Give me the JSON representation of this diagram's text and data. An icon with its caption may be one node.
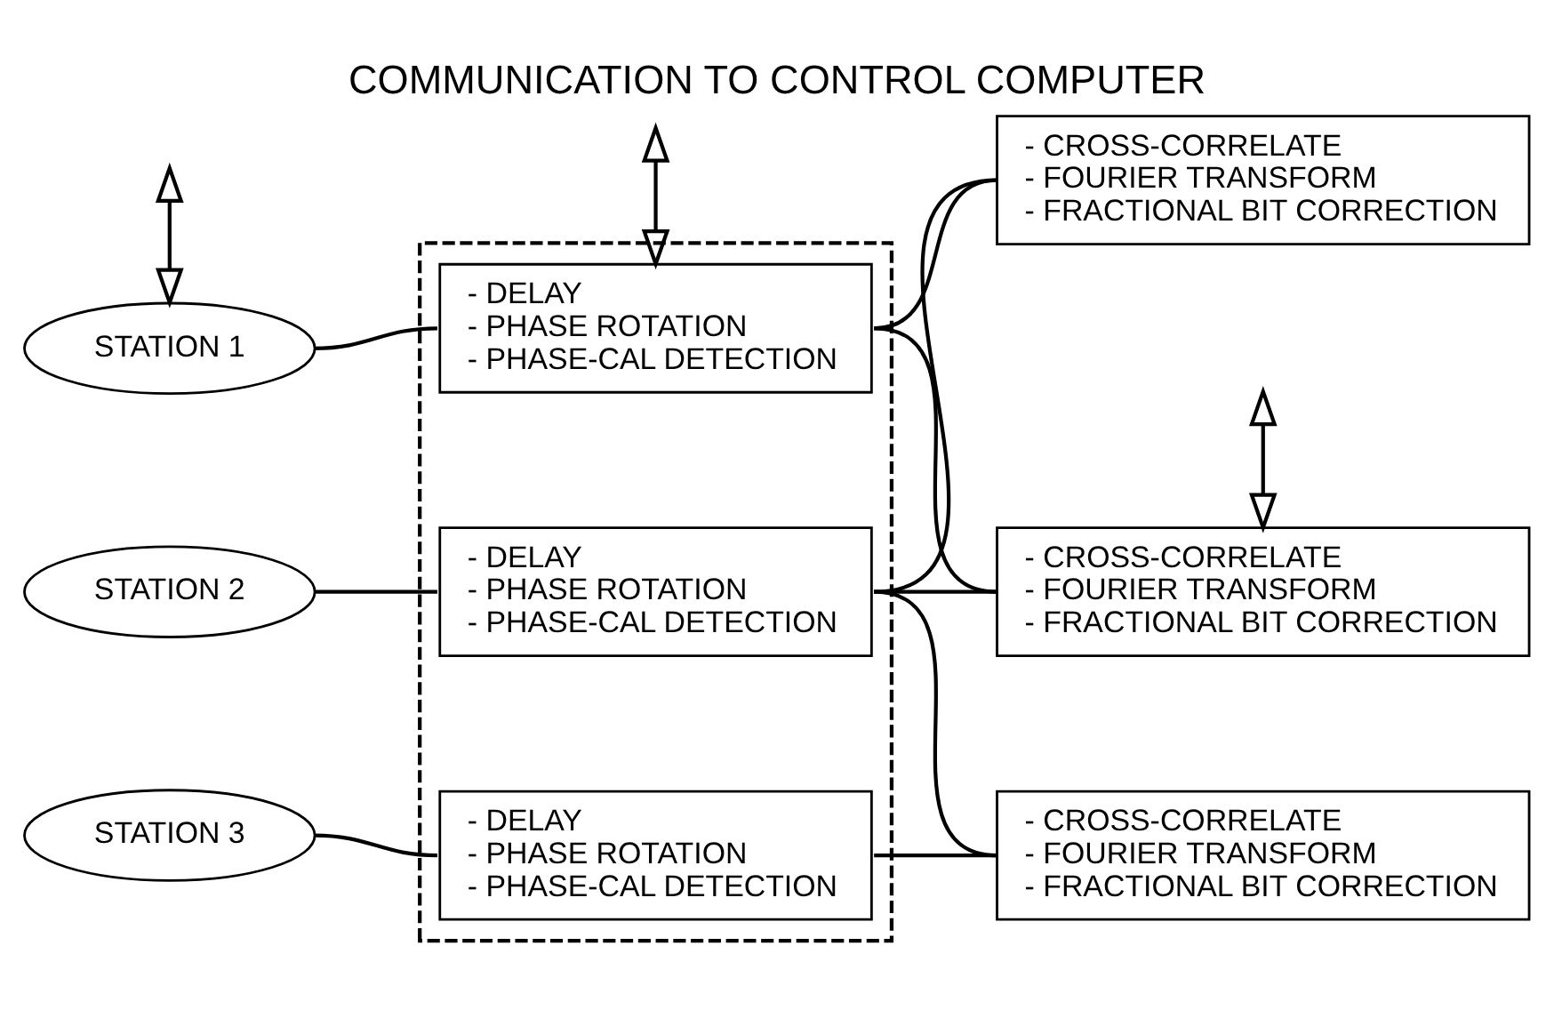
{
  "diagram": {
    "title": "COMMUNICATION TO CONTROL COMPUTER",
    "nodes": [
      {
        "text": [
          "STATION 1"
        ]
      },
      {
        "text": [],
        "shape": "band"
      },
      {
        "text": [
          "- DELAY",
          "- PHASE ROTATION",
          "- PHASE-CAL DETECTION"
        ],
        "in": 1
      },
      {
        "text": [
          "STATION 2"
        ]
      },
      {
        "text": [
          "- DELAY",
          "- PHASE ROTATION",
          "- PHASE-CAL DETECTION"
        ],
        "in": 1
      },
      {
        "text": [
          "STATION 3"
        ]
      },
      {
        "text": [
          "- DELAY",
          "- PHASE ROTATION",
          "- PHASE-CAL DETECTION"
        ],
        "in": 1
      },
      {
        "text": [
          "- CROSS-CORRELATE",
          "- FOURIER TRANSFORM",
          "- FRACTIONAL BIT CORRECTION"
        ]
      },
      {
        "text": [
          "- CROSS-CORRELATE",
          "- FOURIER TRANSFORM",
          "- FRACTIONAL BIT CORRECTION"
        ]
      },
      {
        "text": [
          "- CROSS-CORRELATE",
          "- FOURIER TRANSFORM",
          "- FRACTIONAL BIT CORRECTION"
        ]
      }
    ],
    "edges": [
      {
        "from": null,
        "to": 0,
        "arrow": "both"
      },
      {
        "from": null,
        "to": 2,
        "arrow": "both"
      },
      {
        "from": null,
        "to": 8,
        "arrow": "both"
      },
      {
        "from": 0,
        "to": 2,
        "arrow": "none"
      },
      {
        "from": 3,
        "to": 4,
        "arrow": "none"
      },
      {
        "from": 5,
        "to": 6,
        "arrow": "none"
      },
      {
        "from": 2,
        "to": 7,
        "arrow": "none"
      },
      {
        "from": 4,
        "to": 7,
        "arrow": "none"
      },
      {
        "from": 2,
        "to": 8,
        "arrow": "none"
      },
      {
        "from": 4,
        "to": 8,
        "arrow": "none"
      },
      {
        "from": 4,
        "to": 9,
        "arrow": "none"
      },
      {
        "from": 6,
        "to": 9,
        "arrow": "none"
      }
    ]
  }
}
